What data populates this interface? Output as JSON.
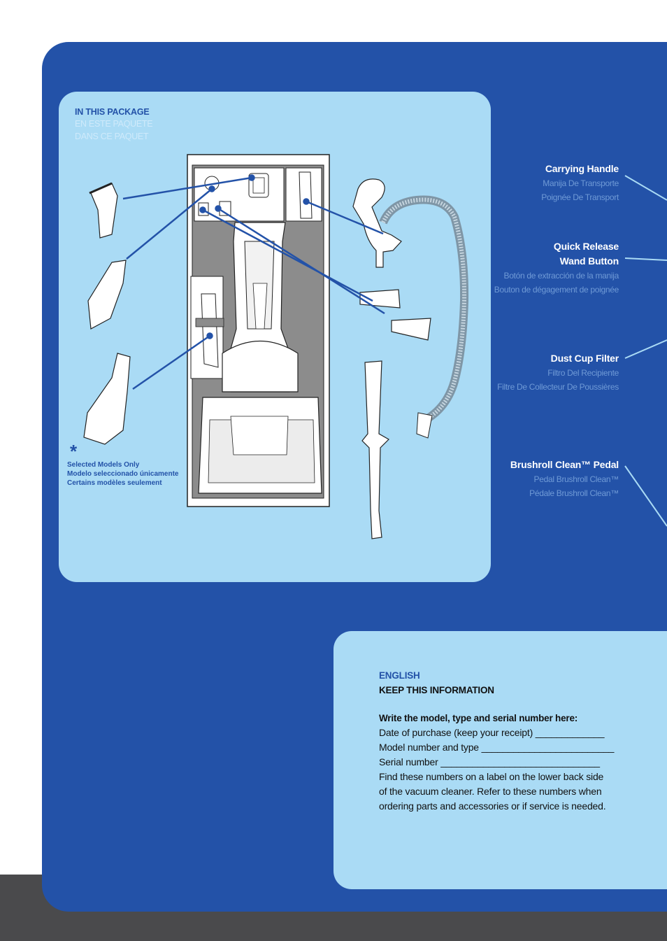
{
  "package": {
    "title": "IN THIS PACKAGE",
    "title_es": "EN ESTE PAQUETE",
    "title_fr": "DANS CE PAQUET",
    "note_en": "Selected Models Only",
    "note_es": "Modelo seleccionado únicamente",
    "note_fr": "Certains modèles seulement",
    "asterisk": "*"
  },
  "callouts": [
    {
      "title": "Carrying Handle",
      "es": "Manija De Transporte",
      "fr": "Poignée De Transport"
    },
    {
      "title_line1": "Quick Release",
      "title_line2": "Wand Button",
      "es": "Botón de extracción de la manija",
      "fr": "Bouton de dégagement de poignée"
    },
    {
      "title": "Dust Cup Filter",
      "es": "Filtro Del Recipiente",
      "fr": "Filtre De Collecteur De Poussières"
    },
    {
      "title": "Brushroll Clean™ Pedal",
      "es": "Pedal  Brushroll Clean™",
      "fr": "Pédale Brushroll Clean™"
    }
  ],
  "info": {
    "language": "ENGLISH",
    "heading": "KEEP THIS INFORMATION",
    "prompt": "Write the model, type and serial number here:",
    "date_line": "Date of purchase (keep your receipt) _____________",
    "model_line": "Model number and type _________________________",
    "serial_line": "Serial number ______________________________",
    "body1": "Find these numbers on a label on the lower back side",
    "body2": "of the vacuum cleaner. Refer to these numbers when",
    "body3": "ordering parts and accessories or if service is needed."
  },
  "colors": {
    "panel_blue": "#2352a8",
    "light_blue": "#aadbf5",
    "dark_band": "#4a4a4c"
  }
}
